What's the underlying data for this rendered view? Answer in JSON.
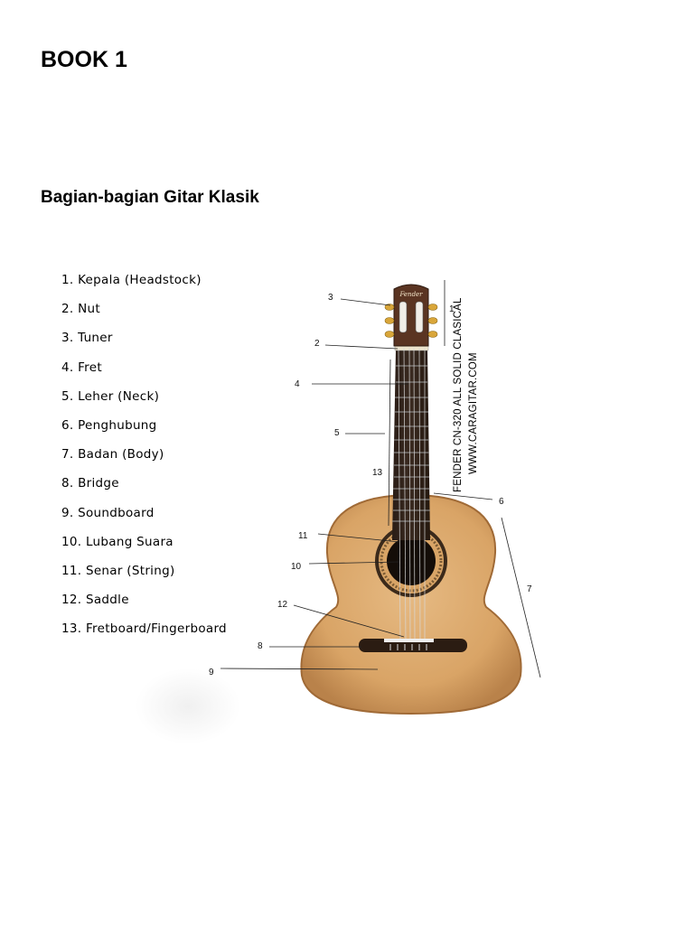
{
  "document": {
    "title": "BOOK 1",
    "section_title": "Bagian-bagian Gitar Klasik"
  },
  "parts": [
    "1. Kepala (Headstock)",
    "2. Nut",
    "3. Tuner",
    "4. Fret",
    "5. Leher (Neck)",
    "6. Penghubung",
    "7. Badan (Body)",
    "8. Bridge",
    "9. Soundboard",
    "10. Lubang Suara",
    "11. Senar (String)",
    "12. Saddle",
    "13. Fretboard/Fingerboard"
  ],
  "figure": {
    "side_text_1": "FENDER CN-320 ALL SOLID CLASICAL",
    "side_text_2": "WWW.CARAGITAR.COM",
    "headstock_logo": "Fender",
    "callouts": [
      "1",
      "2",
      "3",
      "4",
      "5",
      "6",
      "7",
      "8",
      "9",
      "10",
      "11",
      "12",
      "13"
    ]
  }
}
